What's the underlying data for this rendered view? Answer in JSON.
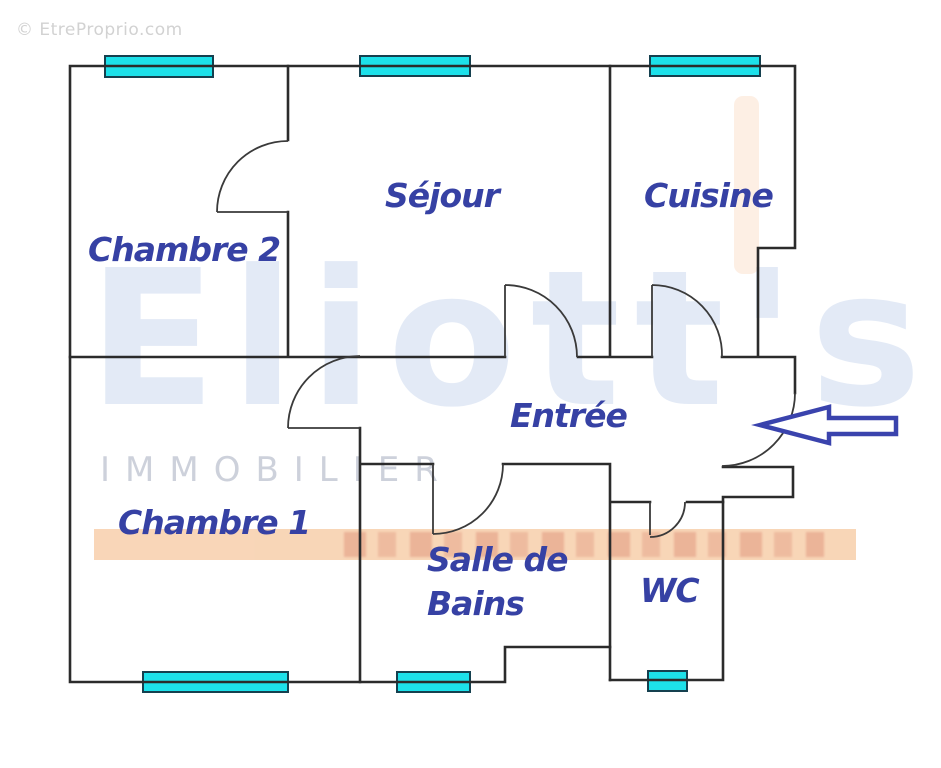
{
  "watermark": {
    "site_credit": "© EtreProprio.com",
    "brand": "Eliott's",
    "brand_sub": "IMMOBILIER"
  },
  "rooms": {
    "chambre2": "Chambre 2",
    "sejour": "Séjour",
    "cuisine": "Cuisine",
    "entree": "Entrée",
    "chambre1": "Chambre 1",
    "salle_de_bains": "Salle de\nBains",
    "wc": "WC"
  },
  "annotations": {
    "entrance_arrow_direction": "left"
  },
  "colors": {
    "wall": "#2b2b2b",
    "door": "#3a3a3a",
    "window_fill": "#1de1ea",
    "window_border": "#15404f",
    "label": "#3641a4",
    "arrow": "#3a43ad",
    "brand_wm": "#aac0e4",
    "brandsub_wm": "#b0b6c6",
    "bar_wm": "#f7cba4"
  }
}
